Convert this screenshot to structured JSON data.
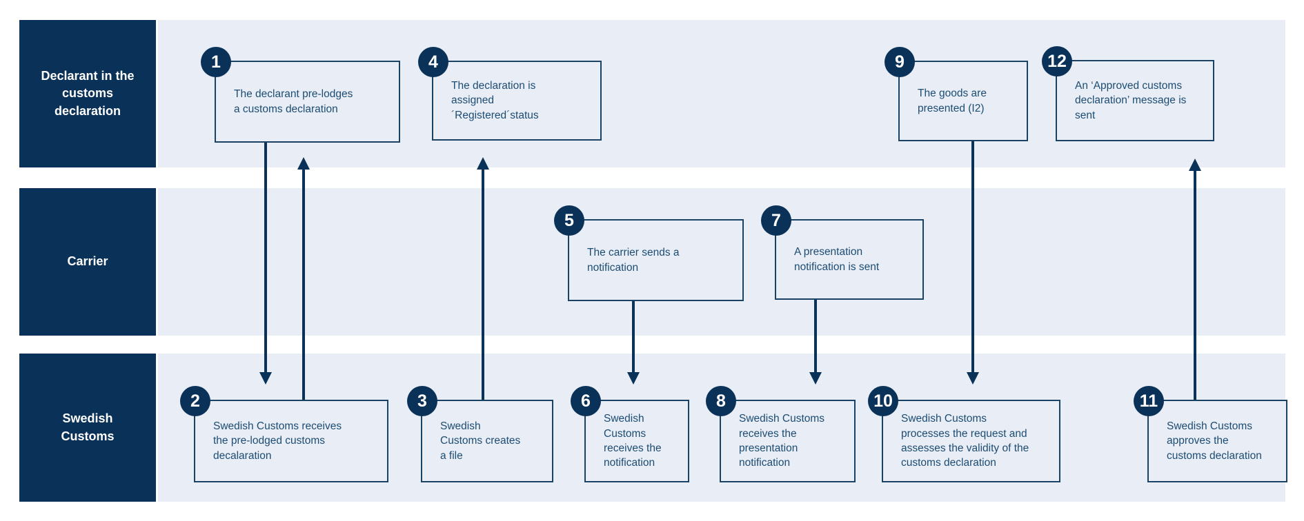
{
  "diagram": {
    "type": "swimlane-process",
    "colors": {
      "navy": "#0a3157",
      "lane_background": "#e8edf6",
      "box_border": "#1a4265",
      "box_text": "#1d4c72",
      "page_background": "#ffffff",
      "label_text": "#ffffff"
    },
    "lanes": [
      {
        "label_lines": [
          "Declarant in the",
          "customs",
          "declaration"
        ]
      },
      {
        "label_lines": [
          "Carrier"
        ]
      },
      {
        "label_lines": [
          "Swedish",
          "Customs"
        ]
      }
    ],
    "steps": [
      {
        "num": "1",
        "lane": "Declarant in the customs declaration",
        "lines": [
          "The declarant pre-lodges",
          "a customs declaration"
        ]
      },
      {
        "num": "2",
        "lane": "Swedish Customs",
        "lines": [
          "Swedish Customs receives",
          "the pre-lodged customs",
          "decalaration"
        ]
      },
      {
        "num": "3",
        "lane": "Swedish Customs",
        "lines": [
          "Swedish",
          "Customs creates",
          "a file"
        ]
      },
      {
        "num": "4",
        "lane": "Declarant in the customs declaration",
        "lines": [
          "The declaration is",
          "assigned",
          "´Registered´status"
        ]
      },
      {
        "num": "5",
        "lane": "Carrier",
        "lines": [
          "The carrier sends a",
          "notification"
        ]
      },
      {
        "num": "6",
        "lane": "Swedish Customs",
        "lines": [
          "Swedish",
          "Customs",
          "receives the",
          "notification"
        ]
      },
      {
        "num": "7",
        "lane": "Carrier",
        "lines": [
          "A presentation",
          "notification is sent"
        ]
      },
      {
        "num": "8",
        "lane": "Swedish Customs",
        "lines": [
          "Swedish Customs",
          "receives the",
          "presentation",
          "notification"
        ]
      },
      {
        "num": "9",
        "lane": "Declarant in the customs declaration",
        "lines": [
          "The goods are",
          "presented (I2)"
        ]
      },
      {
        "num": "10",
        "lane": "Swedish Customs",
        "lines": [
          "Swedish Customs",
          "processes the request and",
          "assesses the validity of the",
          "customs declaration"
        ]
      },
      {
        "num": "11",
        "lane": "Swedish Customs",
        "lines": [
          "Swedish Customs",
          "approves the",
          "customs declaration"
        ]
      },
      {
        "num": "12",
        "lane": "Declarant in the customs declaration",
        "lines": [
          "An ‘Approved customs",
          "declaration’ message is",
          "sent"
        ]
      }
    ],
    "arrows": [
      {
        "from": "1",
        "to": "2",
        "direction": "down"
      },
      {
        "from": "2",
        "to": "1",
        "direction": "up"
      },
      {
        "from": "3",
        "to": "4",
        "direction": "up"
      },
      {
        "from": "5",
        "to": "6",
        "direction": "down"
      },
      {
        "from": "7",
        "to": "8",
        "direction": "down"
      },
      {
        "from": "9",
        "to": "10",
        "direction": "down"
      },
      {
        "from": "11",
        "to": "12",
        "direction": "up"
      }
    ]
  }
}
